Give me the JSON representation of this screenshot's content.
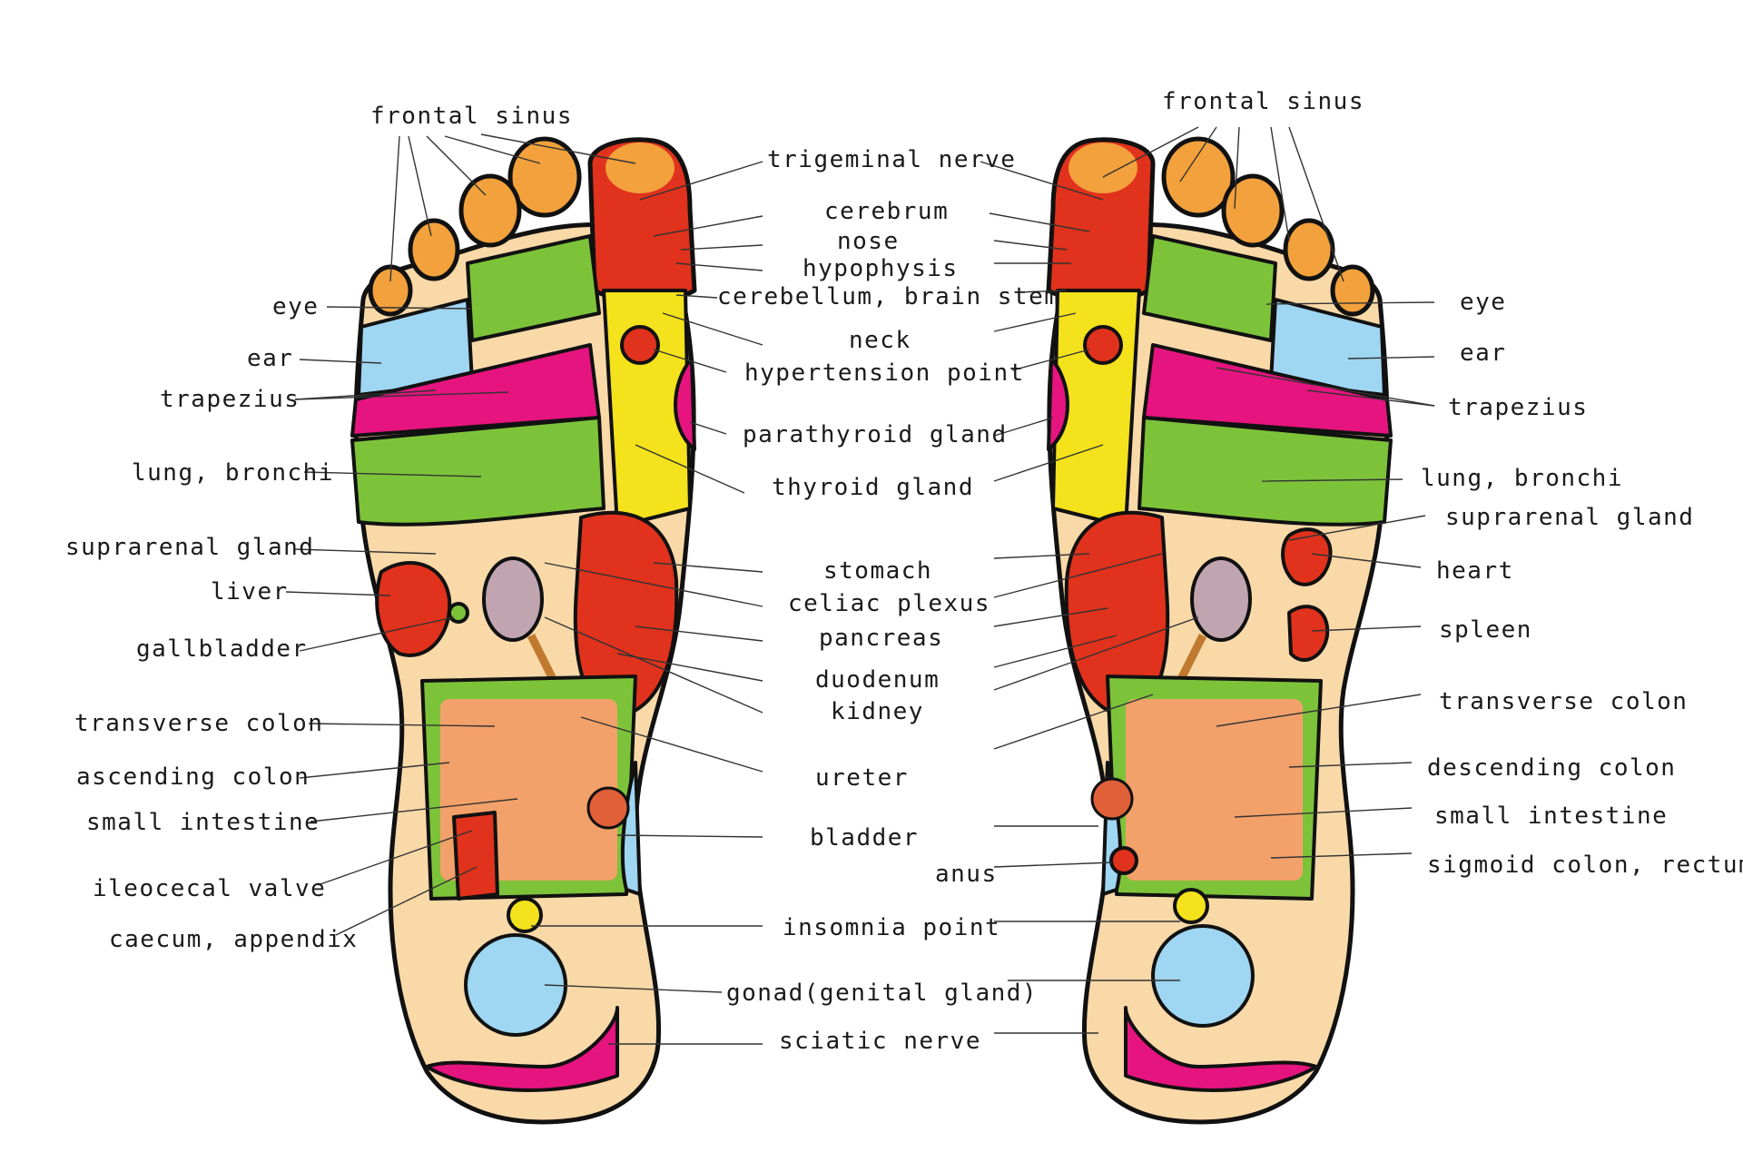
{
  "colors": {
    "outline": "#111111",
    "skin": "#f9d9a8",
    "toe_orange": "#f2a13c",
    "green": "#7dc33a",
    "magenta": "#e6147f",
    "yellow": "#f4e21c",
    "red": "#e0321c",
    "blue": "#9fd6f2",
    "deep_yellow": "#f6c21a"
  },
  "center_labels": {
    "trigeminal_nerve": "trigeminal nerve",
    "cerebrum": "cerebrum",
    "nose": "nose",
    "hypophysis": "hypophysis",
    "cerebellum": "cerebellum, brain stem",
    "neck": "neck",
    "hypertension": "hypertension point",
    "parathyroid": "parathyroid gland",
    "thyroid": "thyroid gland",
    "stomach": "stomach",
    "celiac": "celiac plexus",
    "pancreas": "pancreas",
    "duodenum": "duodenum",
    "kidney": "kidney",
    "ureter": "ureter",
    "bladder": "bladder",
    "insomnia": "insomnia point",
    "gonad": "gonad(genital gland)",
    "sciatic": "sciatic nerve"
  },
  "left_labels": {
    "frontal_sinus": "frontal sinus",
    "eye": "eye",
    "ear": "ear",
    "trapezius": "trapezius",
    "lung": "lung, bronchi",
    "suprarenal": "suprarenal gland",
    "liver": "liver",
    "gallbladder": "gallbladder",
    "transverse_colon": "transverse colon",
    "ascending_colon": "ascending colon",
    "small_intestine": "small intestine",
    "ileocecal": "ileocecal valve",
    "caecum": "caecum, appendix"
  },
  "right_labels": {
    "frontal_sinus": "frontal sinus",
    "eye": "eye",
    "ear": "ear",
    "trapezius": "trapezius",
    "lung": "lung, bronchi",
    "suprarenal": "suprarenal gland",
    "heart": "heart",
    "spleen": "spleen",
    "transverse_colon": "transverse colon",
    "descending_colon": "descending colon",
    "small_intestine": "small intestine",
    "sigmoid": "sigmoid colon, rectum",
    "anus": "anus"
  }
}
